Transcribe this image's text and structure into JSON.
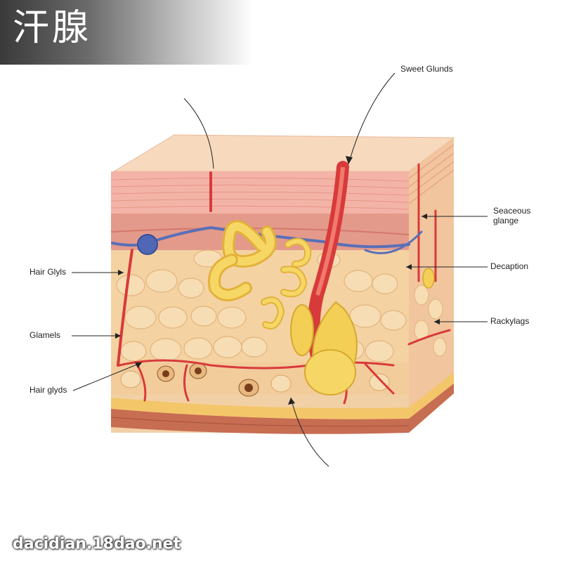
{
  "header": {
    "title": "汗腺"
  },
  "watermark": {
    "text": "dacidian.18dao.net"
  },
  "labels": {
    "sweet_glunds": "Sweet Glunds",
    "seaceous_line1": "Seaceous",
    "seaceous_line2": "glange",
    "decaption": "Decaption",
    "rackylags": "Rackylags",
    "hair_glyls": "Hair Glyls",
    "glamels": "Glamels",
    "hair_glyds": "Hair glyds"
  },
  "colors": {
    "epidermis_top": "#f6d2b4",
    "dermis": "#f2cfa4",
    "vessel_red": "#d83a3a",
    "vein_blue": "#5a6fb8",
    "gland_yellow": "#f3cf55",
    "fat_layer": "#f4c66a"
  }
}
